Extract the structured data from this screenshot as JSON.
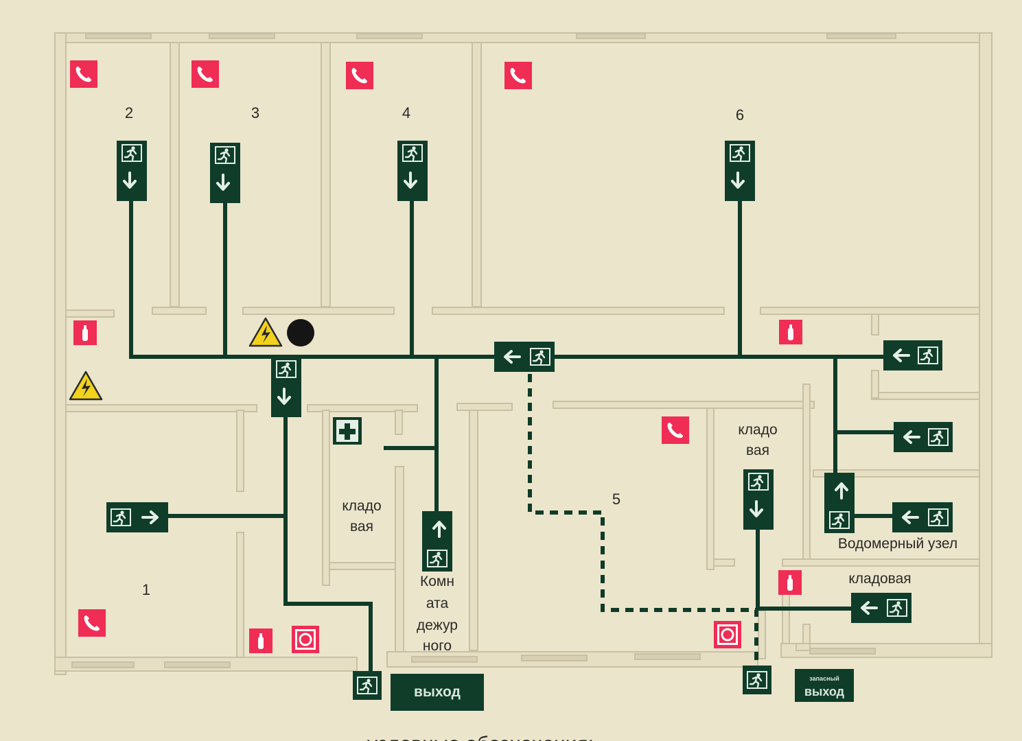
{
  "plan": {
    "rooms": {
      "r1": "1",
      "r2": "2",
      "r3": "3",
      "r4": "4",
      "r5": "5",
      "r6": "6"
    },
    "storage_left": [
      "кладо",
      "вая"
    ],
    "storage_right": [
      "кладо",
      "вая"
    ],
    "duty_room": [
      "Комн",
      "ата",
      "дежур",
      "ного"
    ],
    "water_meter": "Водомерный узел",
    "storage_small": "кладовая",
    "exit_main": "выход",
    "exit_spare": [
      "запасный",
      "выход"
    ],
    "legend_heading": "условные обозначения:"
  },
  "colors": {
    "route": "#0f3b28",
    "sign_bg": "#0f3d2a",
    "sign_fg": "#e4efe4",
    "fire": "#ef2d55",
    "wall": "#e6dfc3",
    "wall_edge": "#c9c0a3",
    "hazard": "#f2d21c"
  },
  "icons": [
    "phone-icon",
    "fire-extinguisher-icon",
    "electrical-hazard-icon",
    "first-aid-icon",
    "fire-alarm-icon",
    "running-man-icon",
    "arrow-icon"
  ]
}
